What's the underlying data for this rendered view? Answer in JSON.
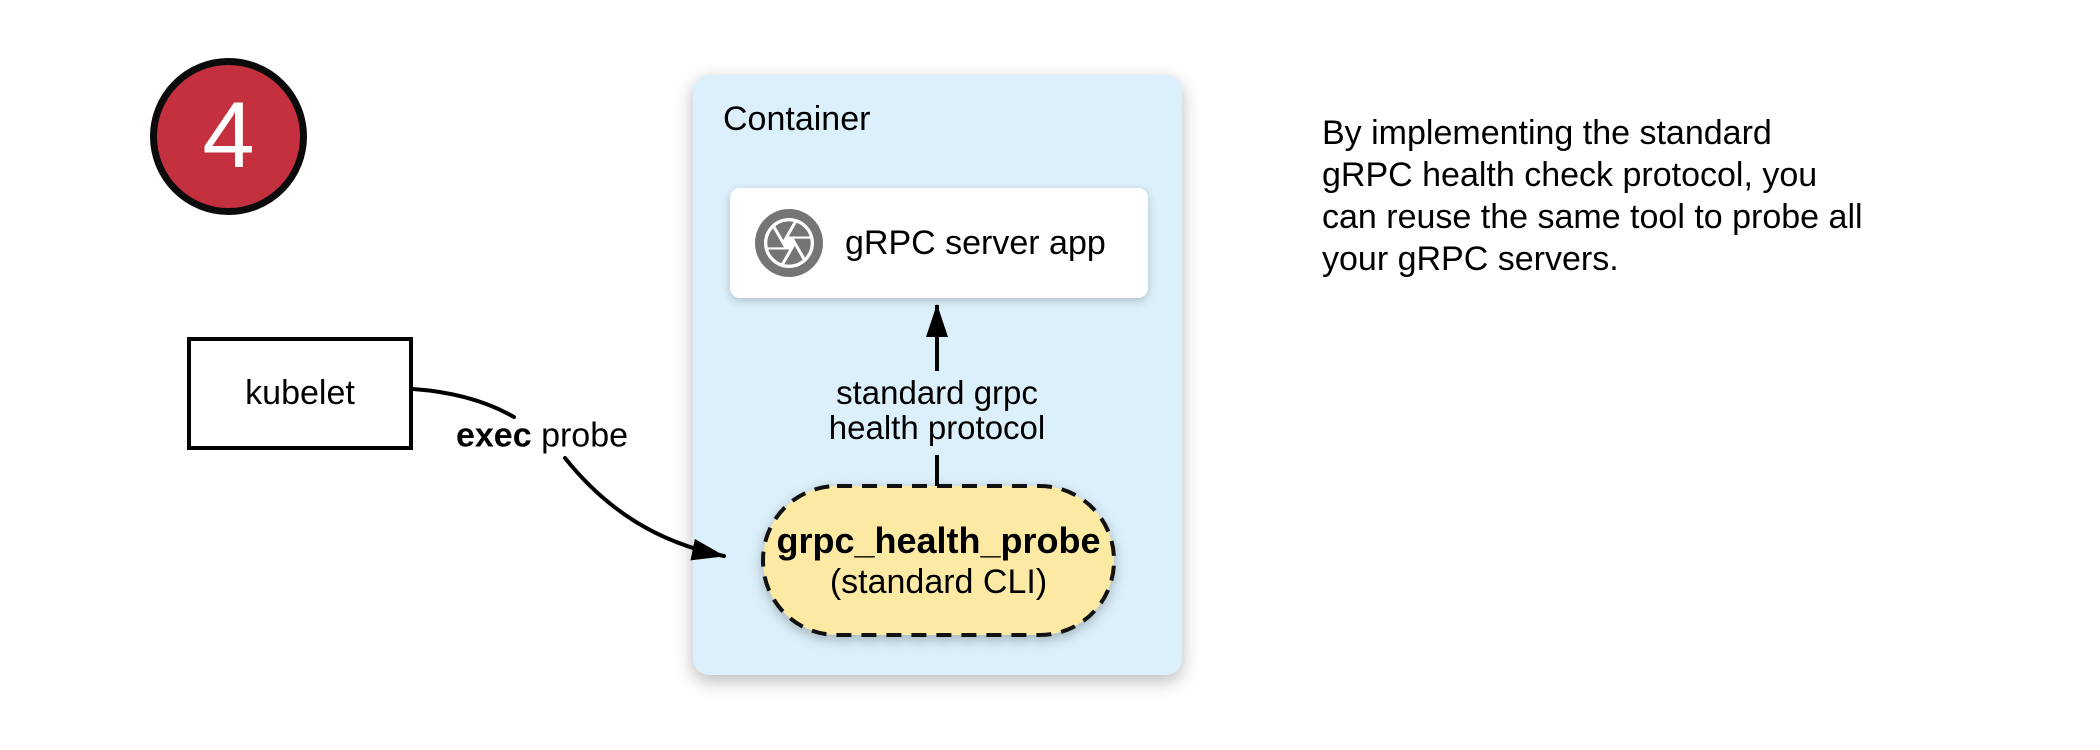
{
  "step_badge": {
    "number": "4",
    "fill_color": "#c5303e"
  },
  "kubelet_box": {
    "label": "kubelet"
  },
  "exec_probe_label": {
    "bold": "exec",
    "rest": " probe"
  },
  "container": {
    "title": "Container",
    "server_box": {
      "label": "gRPC server app",
      "icon": "aperture-icon",
      "icon_color": "#757575"
    },
    "protocol_arrow_label": [
      "standard grpc",
      "health protocol"
    ],
    "probe_oval": {
      "title": "grpc_health_probe",
      "subtitle": "(standard CLI)",
      "fill_color": "#fce9a4"
    },
    "fill_color": "#dcf0fb"
  },
  "annotation": {
    "lines": [
      "By implementing the standard",
      "gRPC health check protocol, you",
      "can reuse the same tool to probe all",
      "your gRPC servers."
    ]
  }
}
